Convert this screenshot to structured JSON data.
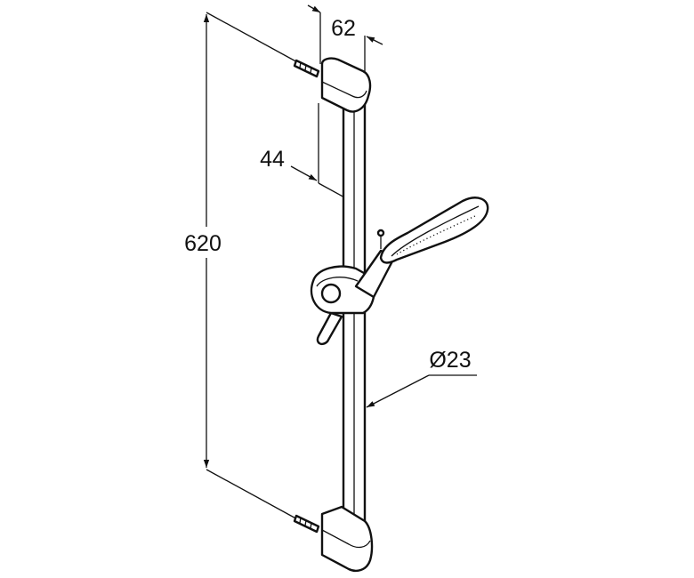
{
  "dimensions": {
    "width_top": "62",
    "wall_offset": "44",
    "height": "620",
    "rail_diameter": "Ø23"
  },
  "colors": {
    "line": "#111111",
    "background": "#ffffff"
  }
}
